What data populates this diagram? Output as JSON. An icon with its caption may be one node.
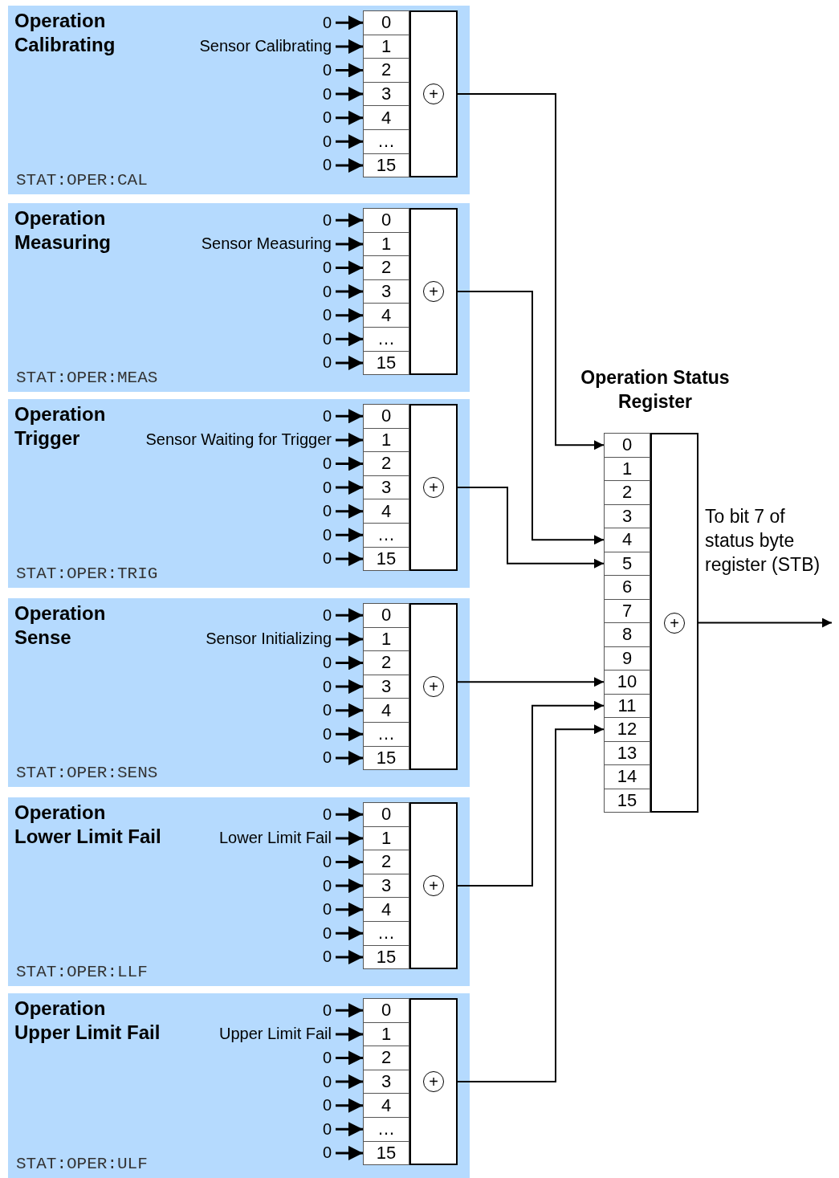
{
  "diagram": {
    "nodes": [
      {
        "text": [
          "Operation Calibrating",
          "STAT:OPER:CAL"
        ]
      },
      {
        "text": [
          "0"
        ],
        "in": 0
      },
      {
        "text": [
          "0"
        ],
        "in": 0
      },
      {
        "text": [
          "Sensor Calibrating"
        ],
        "in": 0
      },
      {
        "text": [
          "1"
        ],
        "in": 0
      },
      {
        "text": [
          "0"
        ],
        "in": 0
      },
      {
        "text": [
          "2"
        ],
        "in": 0
      },
      {
        "text": [
          "0"
        ],
        "in": 0
      },
      {
        "text": [
          "3"
        ],
        "in": 0
      },
      {
        "text": [
          "0"
        ],
        "in": 0
      },
      {
        "text": [
          "4"
        ],
        "in": 0
      },
      {
        "text": [
          "0"
        ],
        "in": 0
      },
      {
        "text": [
          "…"
        ],
        "in": 0
      },
      {
        "text": [
          "0"
        ],
        "in": 0
      },
      {
        "text": [
          "15"
        ],
        "in": 0
      },
      {
        "text": [
          "+"
        ],
        "in": 0
      },
      {
        "text": [
          "Operation Measuring",
          "STAT:OPER:MEAS"
        ]
      },
      {
        "text": [
          "0"
        ],
        "in": 16
      },
      {
        "text": [
          "0"
        ],
        "in": 16
      },
      {
        "text": [
          "Sensor Measuring"
        ],
        "in": 16
      },
      {
        "text": [
          "1"
        ],
        "in": 16
      },
      {
        "text": [
          "0"
        ],
        "in": 16
      },
      {
        "text": [
          "2"
        ],
        "in": 16
      },
      {
        "text": [
          "0"
        ],
        "in": 16
      },
      {
        "text": [
          "3"
        ],
        "in": 16
      },
      {
        "text": [
          "0"
        ],
        "in": 16
      },
      {
        "text": [
          "4"
        ],
        "in": 16
      },
      {
        "text": [
          "0"
        ],
        "in": 16
      },
      {
        "text": [
          "…"
        ],
        "in": 16
      },
      {
        "text": [
          "0"
        ],
        "in": 16
      },
      {
        "text": [
          "15"
        ],
        "in": 16
      },
      {
        "text": [
          "+"
        ],
        "in": 16
      },
      {
        "text": [
          "Operation Trigger",
          "STAT:OPER:TRIG"
        ]
      },
      {
        "text": [
          "0"
        ],
        "in": 32
      },
      {
        "text": [
          "0"
        ],
        "in": 32
      },
      {
        "text": [
          "Sensor Waiting for Trigger"
        ],
        "in": 32
      },
      {
        "text": [
          "1"
        ],
        "in": 32
      },
      {
        "text": [
          "0"
        ],
        "in": 32
      },
      {
        "text": [
          "2"
        ],
        "in": 32
      },
      {
        "text": [
          "0"
        ],
        "in": 32
      },
      {
        "text": [
          "3"
        ],
        "in": 32
      },
      {
        "text": [
          "0"
        ],
        "in": 32
      },
      {
        "text": [
          "4"
        ],
        "in": 32
      },
      {
        "text": [
          "0"
        ],
        "in": 32
      },
      {
        "text": [
          "…"
        ],
        "in": 32
      },
      {
        "text": [
          "0"
        ],
        "in": 32
      },
      {
        "text": [
          "15"
        ],
        "in": 32
      },
      {
        "text": [
          "+"
        ],
        "in": 32
      },
      {
        "text": [
          "Operation Sense",
          "STAT:OPER:SENS"
        ]
      },
      {
        "text": [
          "0"
        ],
        "in": 48
      },
      {
        "text": [
          "0"
        ],
        "in": 48
      },
      {
        "text": [
          "Sensor Initializing"
        ],
        "in": 48
      },
      {
        "text": [
          "1"
        ],
        "in": 48
      },
      {
        "text": [
          "0"
        ],
        "in": 48
      },
      {
        "text": [
          "2"
        ],
        "in": 48
      },
      {
        "text": [
          "0"
        ],
        "in": 48
      },
      {
        "text": [
          "3"
        ],
        "in": 48
      },
      {
        "text": [
          "0"
        ],
        "in": 48
      },
      {
        "text": [
          "4"
        ],
        "in": 48
      },
      {
        "text": [
          "0"
        ],
        "in": 48
      },
      {
        "text": [
          "…"
        ],
        "in": 48
      },
      {
        "text": [
          "0"
        ],
        "in": 48
      },
      {
        "text": [
          "15"
        ],
        "in": 48
      },
      {
        "text": [
          "+"
        ],
        "in": 48
      },
      {
        "text": [
          "Operation Lower Limit Fail",
          "STAT:OPER:LLF"
        ]
      },
      {
        "text": [
          "0"
        ],
        "in": 64
      },
      {
        "text": [
          "0"
        ],
        "in": 64
      },
      {
        "text": [
          "Lower Limit Fail"
        ],
        "in": 64
      },
      {
        "text": [
          "1"
        ],
        "in": 64
      },
      {
        "text": [
          "0"
        ],
        "in": 64
      },
      {
        "text": [
          "2"
        ],
        "in": 64
      },
      {
        "text": [
          "0"
        ],
        "in": 64
      },
      {
        "text": [
          "3"
        ],
        "in": 64
      },
      {
        "text": [
          "0"
        ],
        "in": 64
      },
      {
        "text": [
          "4"
        ],
        "in": 64
      },
      {
        "text": [
          "0"
        ],
        "in": 64
      },
      {
        "text": [
          "…"
        ],
        "in": 64
      },
      {
        "text": [
          "0"
        ],
        "in": 64
      },
      {
        "text": [
          "15"
        ],
        "in": 64
      },
      {
        "text": [
          "+"
        ],
        "in": 64
      },
      {
        "text": [
          "Operation Upper Limit Fail",
          "STAT:OPER:ULF"
        ]
      },
      {
        "text": [
          "0"
        ],
        "in": 80
      },
      {
        "text": [
          "0"
        ],
        "in": 80
      },
      {
        "text": [
          "Upper Limit Fail"
        ],
        "in": 80
      },
      {
        "text": [
          "1"
        ],
        "in": 80
      },
      {
        "text": [
          "0"
        ],
        "in": 80
      },
      {
        "text": [
          "2"
        ],
        "in": 80
      },
      {
        "text": [
          "0"
        ],
        "in": 80
      },
      {
        "text": [
          "3"
        ],
        "in": 80
      },
      {
        "text": [
          "0"
        ],
        "in": 80
      },
      {
        "text": [
          "4"
        ],
        "in": 80
      },
      {
        "text": [
          "0"
        ],
        "in": 80
      },
      {
        "text": [
          "…"
        ],
        "in": 80
      },
      {
        "text": [
          "0"
        ],
        "in": 80
      },
      {
        "text": [
          "15"
        ],
        "in": 80
      },
      {
        "text": [
          "+"
        ],
        "in": 80
      },
      {
        "text": [
          "Operation Status Register"
        ]
      },
      {
        "text": [
          "0"
        ],
        "in": 96
      },
      {
        "text": [
          "1"
        ],
        "in": 96
      },
      {
        "text": [
          "2"
        ],
        "in": 96
      },
      {
        "text": [
          "3"
        ],
        "in": 96
      },
      {
        "text": [
          "4"
        ],
        "in": 96
      },
      {
        "text": [
          "5"
        ],
        "in": 96
      },
      {
        "text": [
          "6"
        ],
        "in": 96
      },
      {
        "text": [
          "7"
        ],
        "in": 96
      },
      {
        "text": [
          "8"
        ],
        "in": 96
      },
      {
        "text": [
          "9"
        ],
        "in": 96
      },
      {
        "text": [
          "10"
        ],
        "in": 96
      },
      {
        "text": [
          "11"
        ],
        "in": 96
      },
      {
        "text": [
          "12"
        ],
        "in": 96
      },
      {
        "text": [
          "13"
        ],
        "in": 96
      },
      {
        "text": [
          "14"
        ],
        "in": 96
      },
      {
        "text": [
          "15"
        ],
        "in": 96
      },
      {
        "text": [
          "+"
        ],
        "in": 96
      }
    ],
    "edges": [
      {
        "from": 1,
        "to": 2,
        "arrow": "to"
      },
      {
        "from": 3,
        "to": 4,
        "arrow": "to"
      },
      {
        "from": 5,
        "to": 6,
        "arrow": "to"
      },
      {
        "from": 7,
        "to": 8,
        "arrow": "to"
      },
      {
        "from": 9,
        "to": 10,
        "arrow": "to"
      },
      {
        "from": 11,
        "to": 12,
        "arrow": "to"
      },
      {
        "from": 13,
        "to": 14,
        "arrow": "to"
      },
      {
        "from": 17,
        "to": 18,
        "arrow": "to"
      },
      {
        "from": 19,
        "to": 20,
        "arrow": "to"
      },
      {
        "from": 21,
        "to": 22,
        "arrow": "to"
      },
      {
        "from": 23,
        "to": 24,
        "arrow": "to"
      },
      {
        "from": 25,
        "to": 26,
        "arrow": "to"
      },
      {
        "from": 27,
        "to": 28,
        "arrow": "to"
      },
      {
        "from": 29,
        "to": 30,
        "arrow": "to"
      },
      {
        "from": 33,
        "to": 34,
        "arrow": "to"
      },
      {
        "from": 35,
        "to": 36,
        "arrow": "to"
      },
      {
        "from": 37,
        "to": 38,
        "arrow": "to"
      },
      {
        "from": 39,
        "to": 40,
        "arrow": "to"
      },
      {
        "from": 41,
        "to": 42,
        "arrow": "to"
      },
      {
        "from": 43,
        "to": 44,
        "arrow": "to"
      },
      {
        "from": 45,
        "to": 46,
        "arrow": "to"
      },
      {
        "from": 49,
        "to": 50,
        "arrow": "to"
      },
      {
        "from": 51,
        "to": 52,
        "arrow": "to"
      },
      {
        "from": 53,
        "to": 54,
        "arrow": "to"
      },
      {
        "from": 55,
        "to": 56,
        "arrow": "to"
      },
      {
        "from": 57,
        "to": 58,
        "arrow": "to"
      },
      {
        "from": 59,
        "to": 60,
        "arrow": "to"
      },
      {
        "from": 61,
        "to": 62,
        "arrow": "to"
      },
      {
        "from": 65,
        "to": 66,
        "arrow": "to"
      },
      {
        "from": 67,
        "to": 68,
        "arrow": "to"
      },
      {
        "from": 69,
        "to": 70,
        "arrow": "to"
      },
      {
        "from": 71,
        "to": 72,
        "arrow": "to"
      },
      {
        "from": 73,
        "to": 74,
        "arrow": "to"
      },
      {
        "from": 75,
        "to": 76,
        "arrow": "to"
      },
      {
        "from": 77,
        "to": 78,
        "arrow": "to"
      },
      {
        "from": 81,
        "to": 82,
        "arrow": "to"
      },
      {
        "from": 83,
        "to": 84,
        "arrow": "to"
      },
      {
        "from": 85,
        "to": 86,
        "arrow": "to"
      },
      {
        "from": 87,
        "to": 88,
        "arrow": "to"
      },
      {
        "from": 89,
        "to": 90,
        "arrow": "to"
      },
      {
        "from": 91,
        "to": 92,
        "arrow": "to"
      },
      {
        "from": 93,
        "to": 94,
        "arrow": "to"
      },
      {
        "from": 15,
        "to": 97,
        "arrow": "to"
      },
      {
        "from": 31,
        "to": 101,
        "arrow": "to"
      },
      {
        "from": 47,
        "to": 102,
        "arrow": "to"
      },
      {
        "from": 63,
        "to": 107,
        "arrow": "to"
      },
      {
        "from": 79,
        "to": 108,
        "arrow": "to"
      },
      {
        "from": 95,
        "to": 109,
        "arrow": "to"
      },
      {
        "from": 113,
        "to": null,
        "arrow": "to",
        "label": "To bit 7 of status byte register (STB)"
      }
    ]
  }
}
